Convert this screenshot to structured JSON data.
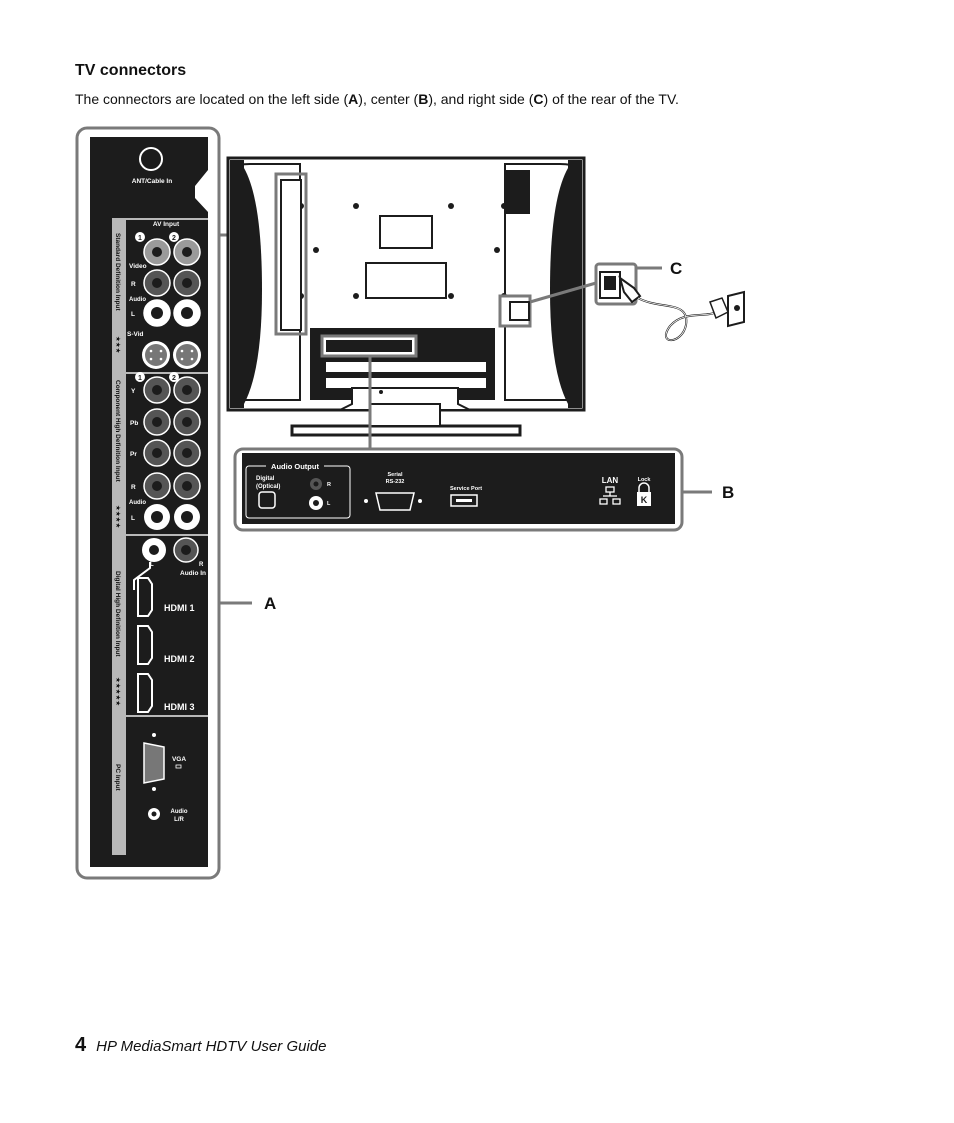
{
  "heading": "TV connectors",
  "intro": {
    "part1": "The connectors are located on the left side (",
    "a": "A",
    "part2": "), center (",
    "b": "B",
    "part3": "), and right side (",
    "c": "C",
    "part4": ") of the rear of the TV."
  },
  "callouts": {
    "a": "A",
    "b": "B",
    "c": "C"
  },
  "panel_a": {
    "ant_label": "ANT/Cable In",
    "av_input": "AV Input",
    "section_standard": "Standard Definition Input",
    "stars_standard": "★★★",
    "section_component": "Component High Definition Input",
    "stars_component": "★★★★",
    "section_digital": "Digital High Definition Input",
    "stars_digital": "★★★★★",
    "section_pc": "PC Input",
    "num1": "1",
    "num2": "2",
    "video": "Video",
    "r": "R",
    "audio": "Audio",
    "l": "L",
    "svid": "S-Vid",
    "y": "Y",
    "pb": "Pb",
    "pr": "Pr",
    "audio_in": "Audio In",
    "hdmi1": "HDMI 1",
    "hdmi2": "HDMI 2",
    "hdmi3": "HDMI 3",
    "vga": "VGA",
    "audio_lr": "Audio\nL/R"
  },
  "panel_b": {
    "audio_output": "Audio Output",
    "digital_optical": "Digital\n(Optical)",
    "r": "R",
    "l": "L",
    "serial": "Serial\nRS-232",
    "service_port": "Service Port",
    "lan": "LAN",
    "lock": "Lock"
  },
  "footer": {
    "page_number": "4",
    "guide_title": "HP MediaSmart HDTV User Guide"
  }
}
